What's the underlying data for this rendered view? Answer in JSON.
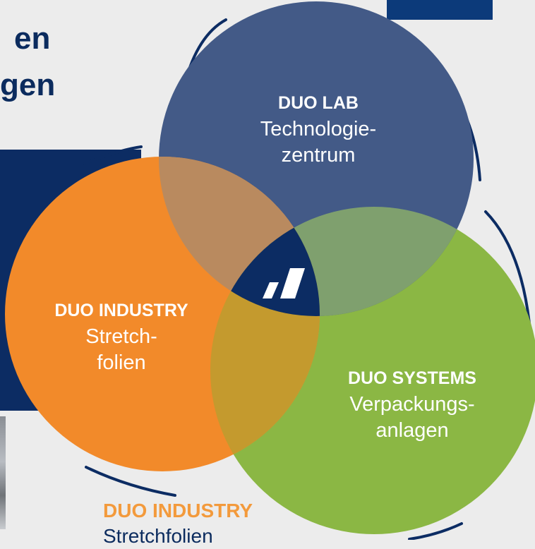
{
  "heading": {
    "line1": "en",
    "line2": "gen"
  },
  "colors": {
    "navy": "#0c2c63",
    "lab": "#435a87",
    "industry": "#f28a2a",
    "systems": "#8bb744",
    "center": "#0c2c63",
    "caption_orange": "#f39a3c"
  },
  "circles": {
    "lab": {
      "title": "DUO LAB",
      "line1": "Technologie-",
      "line2": "zentrum"
    },
    "industry": {
      "title": "DUO INDUSTRY",
      "line1": "Stretch-",
      "line2": "folien"
    },
    "systems": {
      "title": "DUO SYSTEMS",
      "line1": "Verpackungs-",
      "line2": "anlagen"
    }
  },
  "center_logo": {
    "icon": "duo-logo-icon"
  },
  "bottom_caption": {
    "title": "DUO INDUSTRY",
    "sub": "Stretchfolien"
  }
}
